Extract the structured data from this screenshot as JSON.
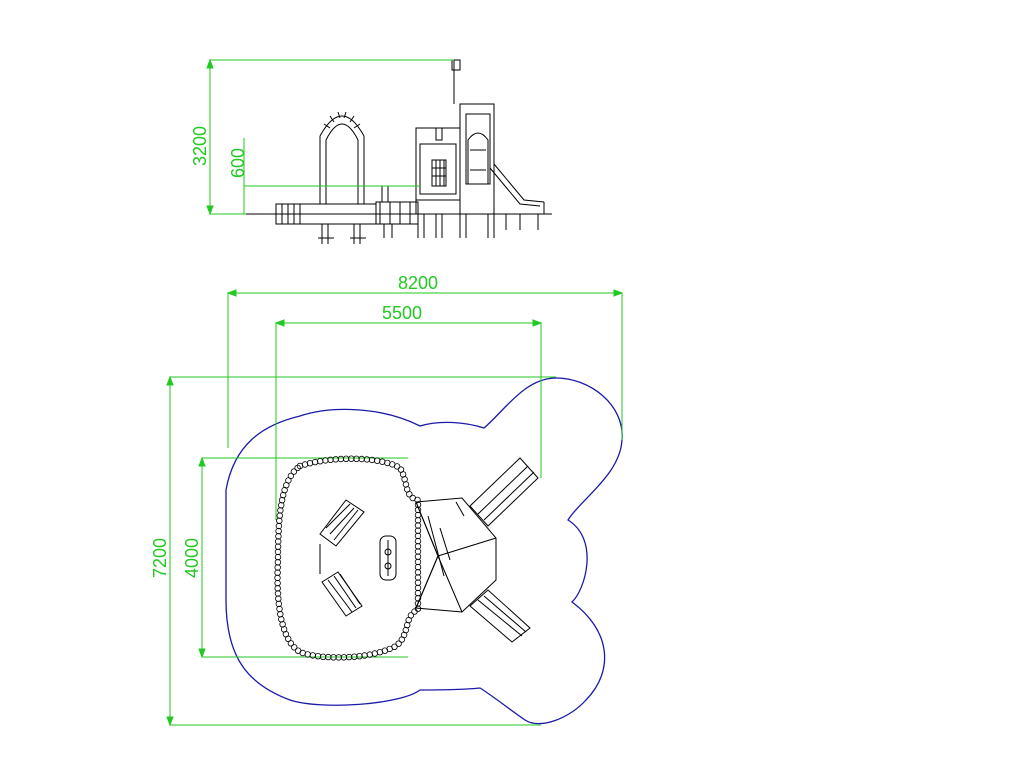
{
  "colors": {
    "dimension": "#22c922",
    "linework": "#000000",
    "boundary": "#1a1aa8",
    "background": "#ffffff"
  },
  "elevation_dimensions": {
    "overall_height": "3200",
    "platform_height": "600"
  },
  "plan_dimensions": {
    "overall_width": "8200",
    "structure_width": "5500",
    "overall_depth": "7200",
    "structure_depth": "4000"
  }
}
